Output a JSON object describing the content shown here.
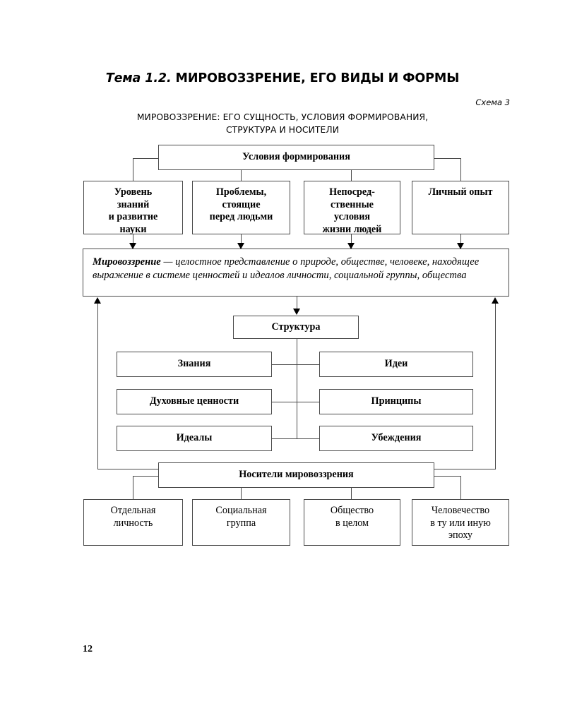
{
  "page": {
    "topic_prefix": "Тема 1.2.",
    "topic_title": "МИРОВОЗЗРЕНИЕ, ЕГО ВИДЫ И ФОРМЫ",
    "scheme_label": "Схема 3",
    "scheme_caption_line1": "МИРОВОЗЗРЕНИЕ: ЕГО СУЩНОСТЬ, УСЛОВИЯ ФОРМИРОВАНИЯ,",
    "scheme_caption_line2": "СТРУКТУРА И НОСИТЕЛИ",
    "page_number": "12"
  },
  "diagram": {
    "conditions_header": "Условия формирования",
    "conditions": [
      {
        "line1": "Уровень",
        "line2": "знаний",
        "line3": "и развитие",
        "line4": "науки"
      },
      {
        "line1": "Проблемы,",
        "line2": "стоящие",
        "line3": "перед людьми",
        "line4": ""
      },
      {
        "line1": "Непосред-",
        "line2": "ственные",
        "line3": "условия",
        "line4": "жизни людей"
      },
      {
        "line1": "Личный опыт",
        "line2": "",
        "line3": "",
        "line4": ""
      }
    ],
    "definition": {
      "term": "Мировоззрение",
      "dash": " — ",
      "text": "целостное представление о природе, обществе, человеке, находящее выражение в системе ценностей и идеалов личности, социальной группы, общества"
    },
    "structure_header": "Структура",
    "structure_left": [
      "Знания",
      "Духовные ценности",
      "Идеалы"
    ],
    "structure_right": [
      "Идеи",
      "Принципы",
      "Убеждения"
    ],
    "carriers_header": "Носители мировоззрения",
    "carriers": [
      {
        "line1": "Отдельная",
        "line2": "личность",
        "line3": ""
      },
      {
        "line1": "Социальная",
        "line2": "группа",
        "line3": ""
      },
      {
        "line1": "Общество",
        "line2": "в целом",
        "line3": ""
      },
      {
        "line1": "Человечество",
        "line2": "в ту или иную",
        "line3": "эпоху"
      }
    ]
  },
  "colors": {
    "box_border": "#4a4a4a",
    "line": "#4a4a4a",
    "text": "#000000",
    "background": "#ffffff"
  }
}
